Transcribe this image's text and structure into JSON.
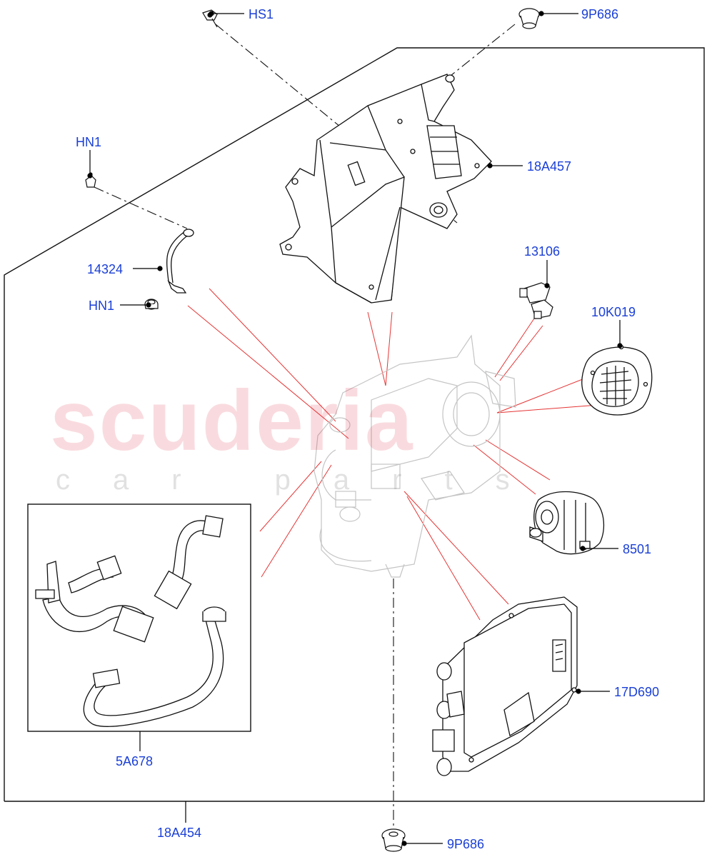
{
  "colors": {
    "label": "#1a3fd6",
    "leader": "#000000",
    "red_line": "#e53535",
    "watermark": "#e0263c",
    "part_stroke": "#111111",
    "ghost_stroke": "#bdbdbd"
  },
  "watermark": {
    "main": "scuderia",
    "sub": "car parts"
  },
  "callouts": {
    "hs1": "HS1",
    "p9p686_top": "9P686",
    "hn1_top": "HN1",
    "p18a457": "18A457",
    "p14324": "14324",
    "hn1_bottom": "HN1",
    "p13106": "13106",
    "p10k019": "10K019",
    "p8501": "8501",
    "p17d690": "17D690",
    "p5a678": "5A678",
    "p18a454": "18A454",
    "p9p686_bottom": "9P686"
  }
}
